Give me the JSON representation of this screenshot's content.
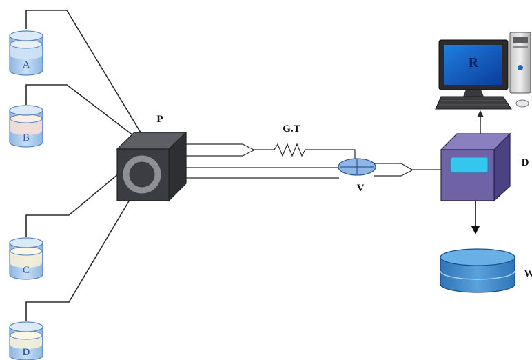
{
  "labels": {
    "pump": "P",
    "coil": "G.T",
    "valve": "V",
    "detector": "D",
    "recorder": "R",
    "waste": "W"
  },
  "reservoirs": [
    {
      "label": "A",
      "liquid": "#cfe3f5"
    },
    {
      "label": "B",
      "liquid": "#f3dfd6"
    },
    {
      "label": "C",
      "liquid": "#f6efd6"
    },
    {
      "label": "D",
      "liquid": "#f5f1d8"
    }
  ],
  "colors": {
    "vial_glass": "#a9c9ea",
    "vial_stroke": "#5b86bd",
    "vial_text": "#2f5fa8",
    "pump_front": "#3c3d42",
    "pump_ring": "#8e9096",
    "valve_fill": "#8fb6e6",
    "detector_front": "#6f63a6",
    "detector_screen": "#33c7f0",
    "waste_fill": "#4f94d1",
    "monitor_screen": "#1560c9"
  }
}
